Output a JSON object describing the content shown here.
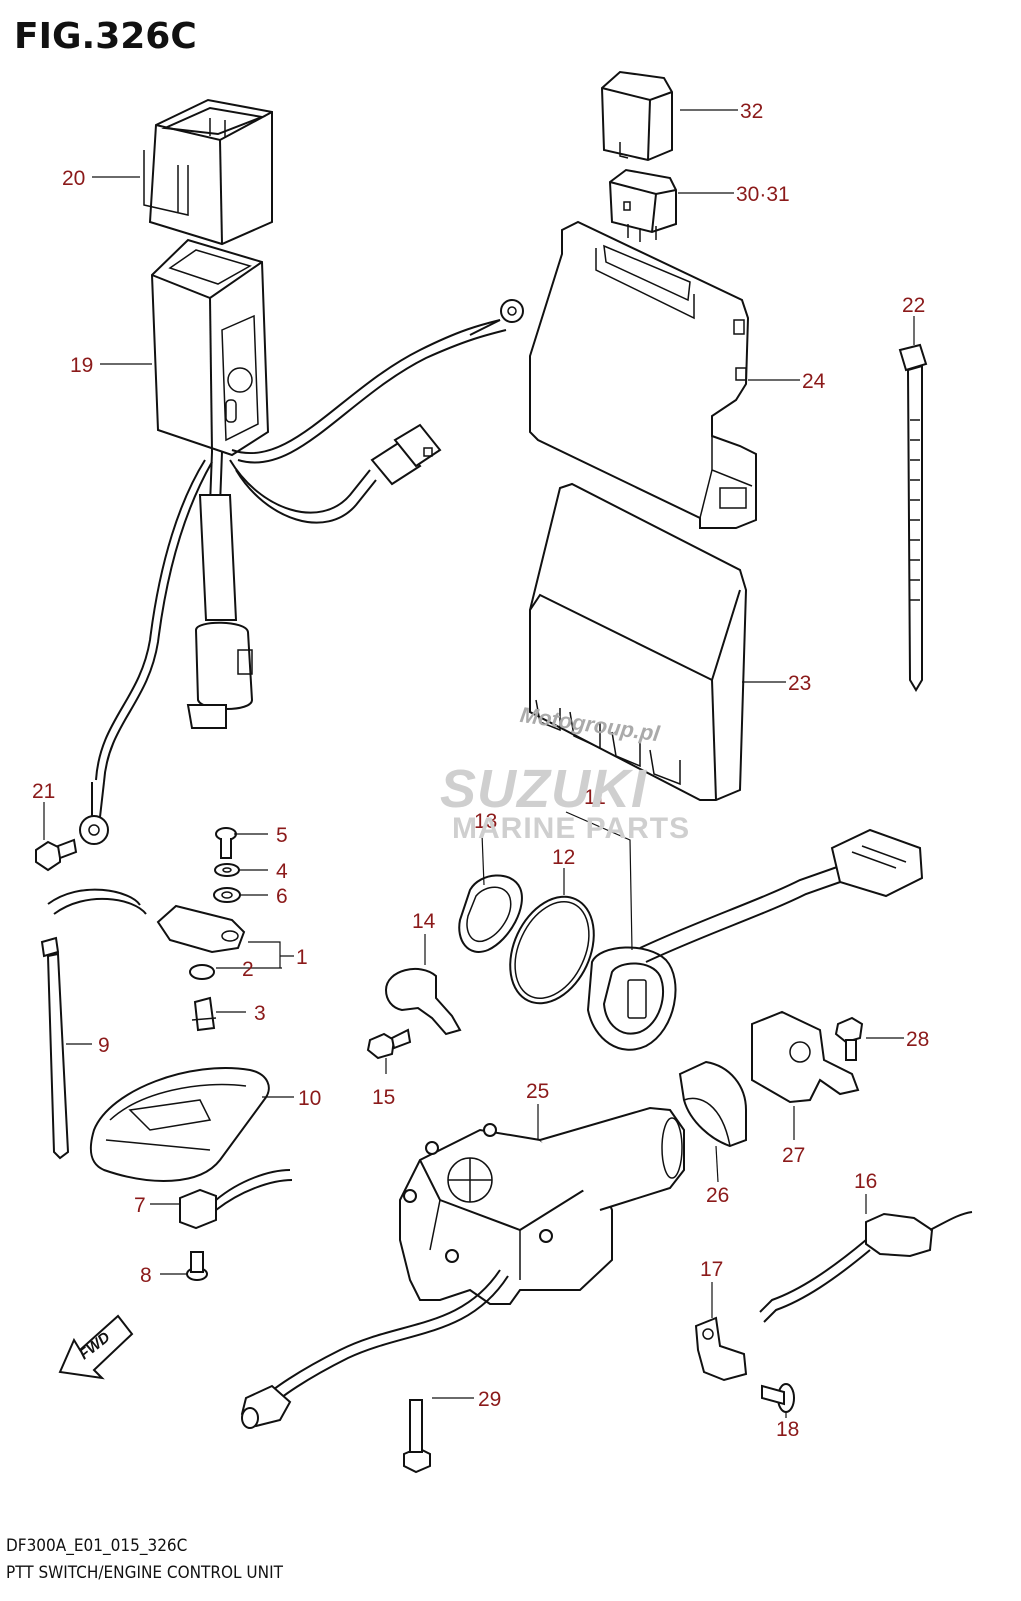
{
  "figure": {
    "title": "FIG.326C",
    "code": "DF300A_E01_015_326C",
    "caption": "PTT SWITCH/ENGINE CONTROL UNIT"
  },
  "watermark": {
    "brand": "SUZUKI",
    "subtitle": "MARINE PARTS",
    "site": "Motogroup.pl"
  },
  "callouts": {
    "c1": "1",
    "c2": "2",
    "c3": "3",
    "c4": "4",
    "c5": "5",
    "c6": "6",
    "c7": "7",
    "c8": "8",
    "c9": "9",
    "c10": "10",
    "c11": "11",
    "c12": "12",
    "c13": "13",
    "c14": "14",
    "c15": "15",
    "c16": "16",
    "c17": "17",
    "c18": "18",
    "c19": "19",
    "c20": "20",
    "c21": "21",
    "c22": "22",
    "c23": "23",
    "c24": "24",
    "c25": "25",
    "c26": "26",
    "c27": "27",
    "c28": "28",
    "c29": "29",
    "c3031": "30·31",
    "c32": "32"
  },
  "fwd_arrow_label": "FWD",
  "colors": {
    "callout": "#8b1a1a",
    "line": "#111111"
  }
}
